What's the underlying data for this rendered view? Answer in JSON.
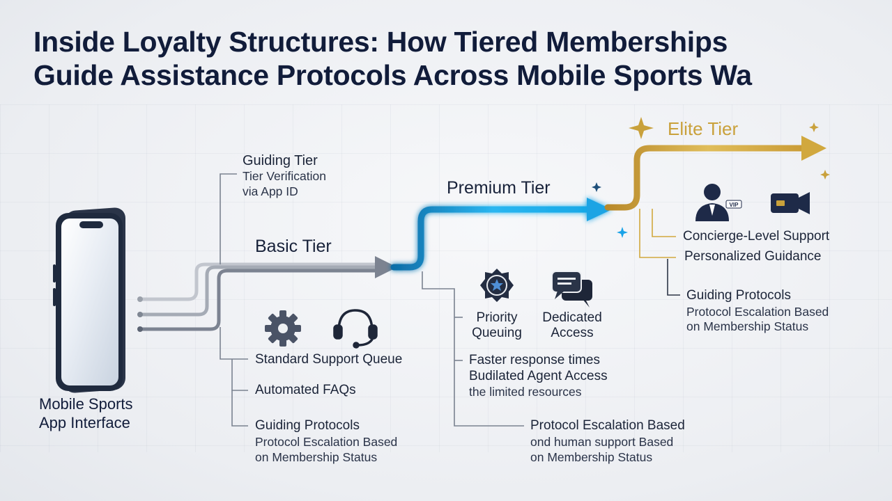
{
  "title": {
    "line1": "Inside Loyalty Structures: How Tiered Memberships",
    "line2": "Guide Assistance Protocols Across Mobile Sports Wa"
  },
  "phone": {
    "label_line1": "Mobile Sports",
    "label_line2": "App Interface"
  },
  "guiding_tier": {
    "heading": "Guiding Tier",
    "line1": "Tier Verification",
    "line2": "via App ID"
  },
  "basic": {
    "tier_label": "Basic Tier",
    "items": [
      "Standard Support Queue",
      "Automated FAQs"
    ],
    "protocols": {
      "heading": "Guiding Protocols",
      "line1": "Protocol Escalation Based",
      "line2": "on Membership Status"
    }
  },
  "premium": {
    "tier_label": "Premium Tier",
    "feature1_line1": "Priority",
    "feature1_line2": "Queuing",
    "feature2_line1": "Dedicated",
    "feature2_line2": "Access",
    "benefit_line1": "Faster response times",
    "benefit_line2": "Budilated Agent Access",
    "benefit_line3": "the limited resources",
    "escalation": {
      "heading": "Protocol Escalation Based",
      "line1": "ond human support Based",
      "line2": "on Membership Status"
    }
  },
  "elite": {
    "tier_label": "Elite Tier",
    "vip_badge": "VIP",
    "items": [
      "Concierge-Level Support",
      "Personalized Guidance"
    ],
    "protocols": {
      "heading": "Guiding Protocols",
      "line1": "Protocol Escalation Based",
      "line2": "on Membership Status"
    }
  },
  "colors": {
    "navy": "#111c3a",
    "gray_path": "#8a919e",
    "premium_blue": "#1aa3e8",
    "elite_gold": "#c9a13b"
  },
  "icons": [
    "gear-icon",
    "headset-icon",
    "priority-badge-icon",
    "chat-bubbles-icon",
    "vip-agent-icon",
    "video-camera-icon",
    "sparkle-icon"
  ]
}
